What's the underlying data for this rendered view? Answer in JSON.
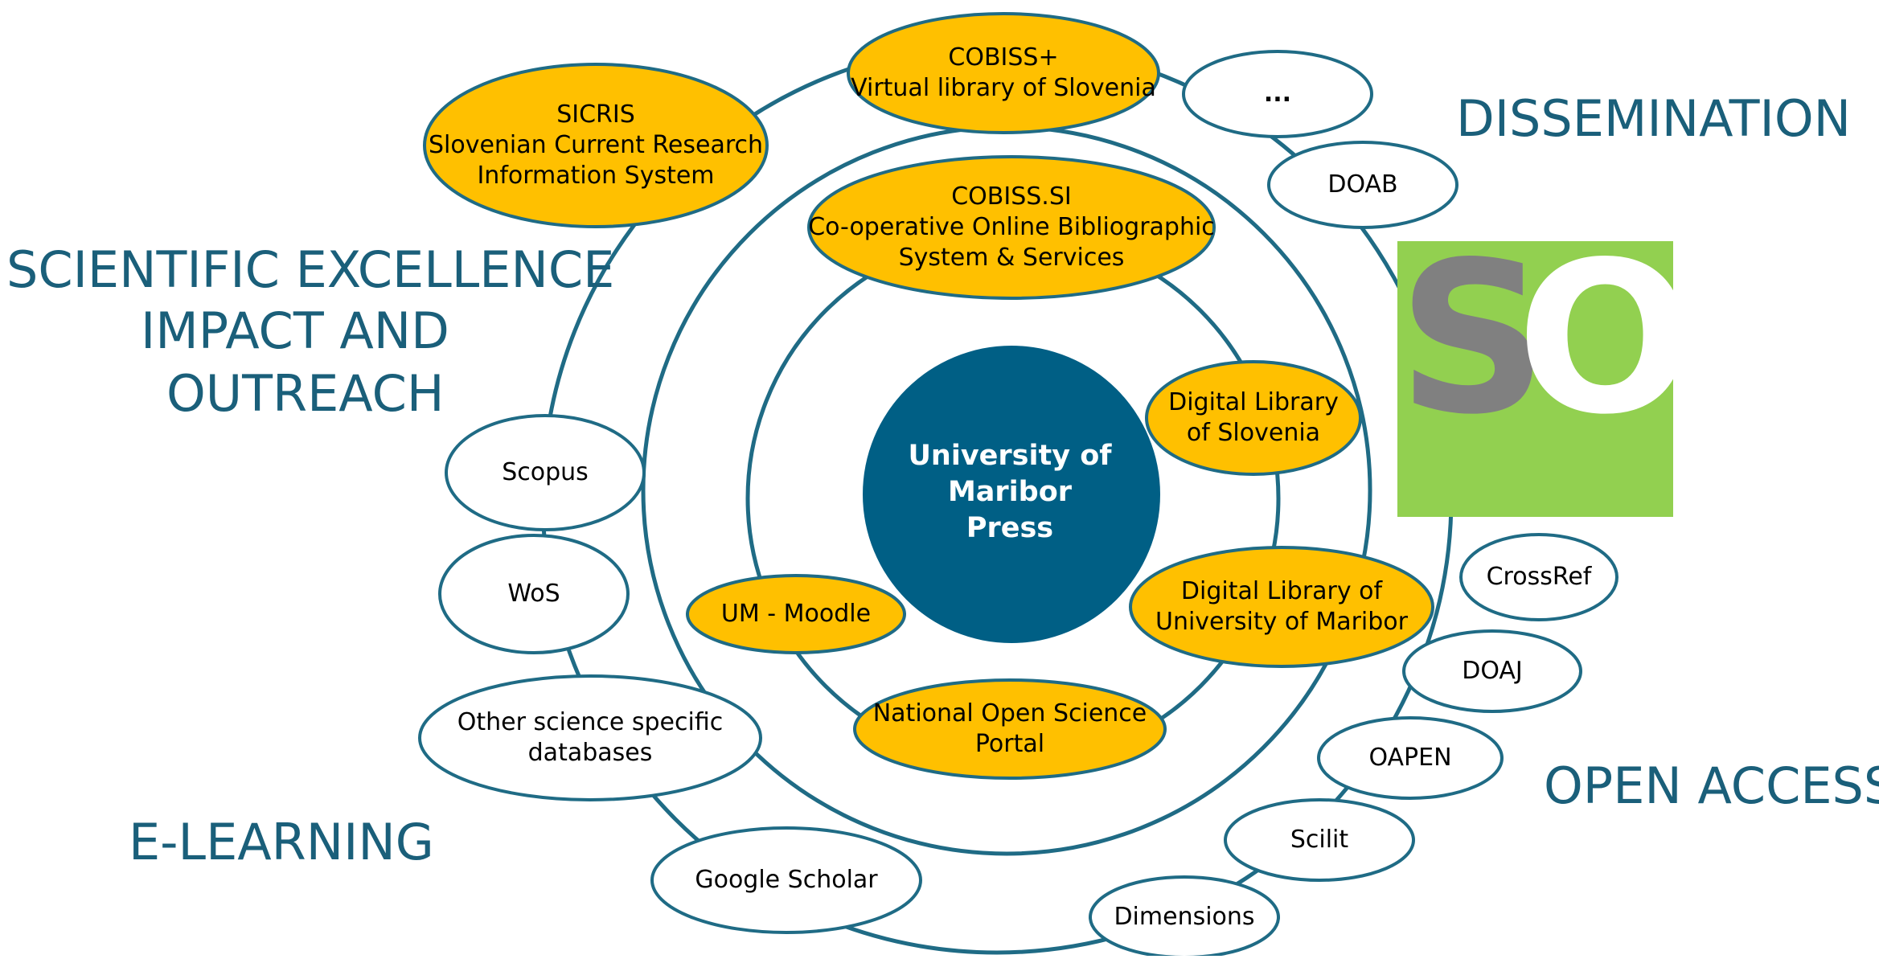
{
  "headings": {
    "scientific_excellence": [
      "SCIENTIFIC EXCELLENCE",
      "IMPACT AND",
      "OUTREACH"
    ],
    "dissemination": "DISSEMINATION",
    "open_access": "OPEN ACCESS",
    "e_learning": "E-LEARNING"
  },
  "center": {
    "lines": [
      "University of",
      "Maribor",
      "Press"
    ],
    "color": "#005f85"
  },
  "logo": {
    "letter_s": "S",
    "letter_o": "O",
    "background": "#92d050",
    "s_color": "#808080",
    "o_color": "#ffffff"
  },
  "colors": {
    "ring": "#1f6b85",
    "highlight_node": "#ffc000",
    "plain_node": "#ffffff",
    "heading_text": "#1a5f7a"
  },
  "nodes": {
    "cobiss_plus": [
      "COBISS+",
      "Virtual library of Slovenia"
    ],
    "sicris": [
      "SICRIS",
      "Slovenian Current Research",
      "Information System"
    ],
    "more": [
      "..."
    ],
    "doab": [
      "DOAB"
    ],
    "cobiss_si": [
      "COBISS.SI",
      "Co-operative Online Bibliographic",
      "System & Services"
    ],
    "dls": [
      "Digital Library",
      "of Slovenia"
    ],
    "dkum": [
      "Digital Library of",
      "University of Maribor"
    ],
    "moodle": [
      "UM - Moodle"
    ],
    "nosp": [
      "National Open Science",
      "Portal"
    ],
    "scopus": [
      "Scopus"
    ],
    "wos": [
      "WoS"
    ],
    "other_db": [
      "Other science specific",
      "databases"
    ],
    "google_scholar": [
      "Google Scholar"
    ],
    "crossref": [
      "CrossRef"
    ],
    "doaj": [
      "DOAJ"
    ],
    "oapen": [
      "OAPEN"
    ],
    "scilit": [
      "Scilit"
    ],
    "dimensions": [
      "Dimensions"
    ]
  }
}
